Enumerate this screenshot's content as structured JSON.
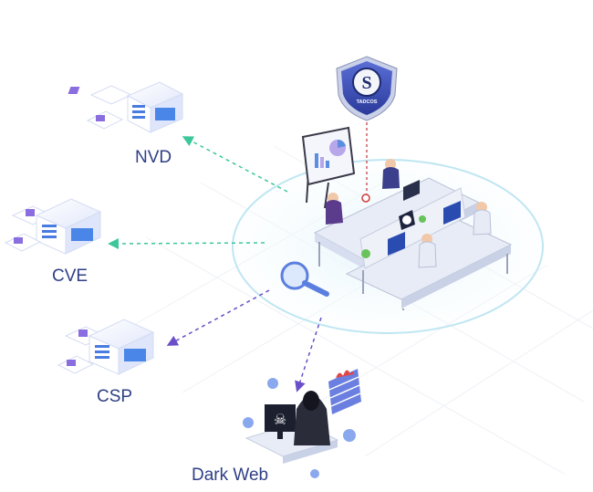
{
  "nodes": {
    "nvd": {
      "label": "NVD"
    },
    "cve": {
      "label": "CVE"
    },
    "csp": {
      "label": "CSP"
    },
    "dark_web": {
      "label": "Dark Web"
    }
  },
  "hub": {
    "shield_text": "TADCOS"
  },
  "colors": {
    "label": "#2f3f86",
    "arrow_nvd": "#3cc79a",
    "arrow_cve": "#3cc79a",
    "arrow_csp": "#6a4fc9",
    "arrow_dark": "#6a4fc9",
    "shield": "#3a4fb5",
    "ring": "#bfe6f2"
  }
}
